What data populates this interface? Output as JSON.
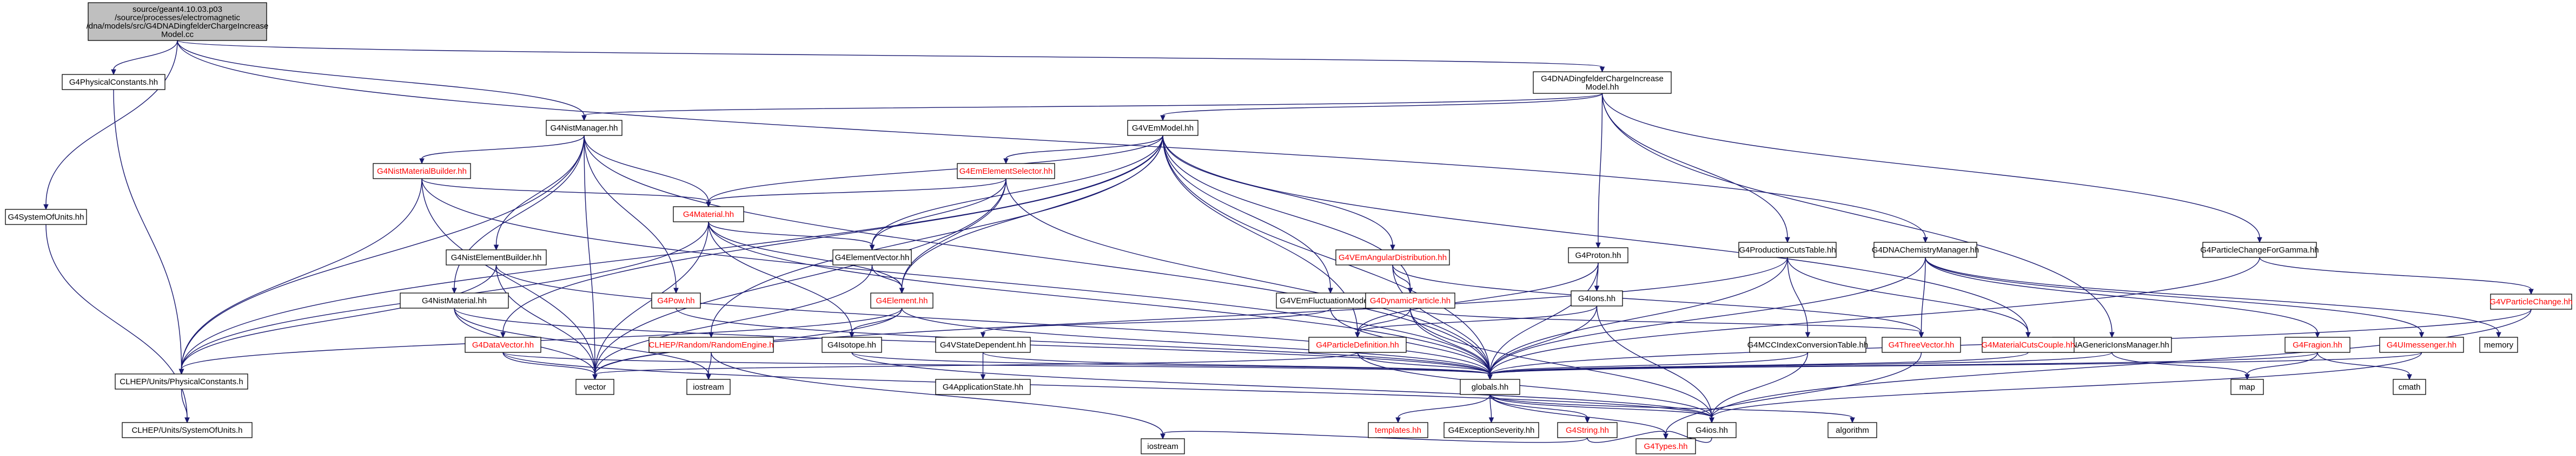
{
  "colors": {
    "root_fill": "#bfbfbf",
    "node_fill": "#ffffff",
    "border": "#000000",
    "edge": "#191970",
    "plain_text": "#000000",
    "link_text": "#ff0000"
  },
  "nodes": [
    {
      "id": "root",
      "lines": [
        "source/geant4.10.03.p03",
        "/source/processes/electromagnetic",
        "/dna/models/src/G4DNADingfelderChargeIncrease",
        "Model.cc"
      ],
      "root": true
    },
    {
      "id": "physconst",
      "lines": [
        "G4PhysicalConstants.hh"
      ]
    },
    {
      "id": "model",
      "lines": [
        "G4DNADingfelderChargeIncrease",
        "Model.hh"
      ]
    },
    {
      "id": "sysunits",
      "lines": [
        "G4SystemOfUnits.hh"
      ]
    },
    {
      "id": "nistmgr",
      "lines": [
        "G4NistManager.hh"
      ]
    },
    {
      "id": "vemmodel",
      "lines": [
        "G4VEmModel.hh"
      ]
    },
    {
      "id": "proton",
      "lines": [
        "G4Proton.hh"
      ]
    },
    {
      "id": "prodcuts",
      "lines": [
        "G4ProductionCutsTable.hh"
      ]
    },
    {
      "id": "dnachem",
      "lines": [
        "G4DNAChemistryManager.hh"
      ]
    },
    {
      "id": "pcgamma",
      "lines": [
        "G4ParticleChangeForGamma.hh"
      ]
    },
    {
      "id": "nistmatb",
      "lines": [
        "G4NistMaterialBuilder.hh"
      ],
      "red": true
    },
    {
      "id": "material",
      "lines": [
        "G4Material.hh"
      ],
      "red": true
    },
    {
      "id": "emsel",
      "lines": [
        "G4EmElementSelector.hh"
      ],
      "red": true
    },
    {
      "id": "nisteleb",
      "lines": [
        "G4NistElementBuilder.hh"
      ]
    },
    {
      "id": "elemvec",
      "lines": [
        "G4ElementVector.hh"
      ]
    },
    {
      "id": "vemangd",
      "lines": [
        "G4VEmAngularDistribution.hh"
      ],
      "red": true
    },
    {
      "id": "ions",
      "lines": [
        "G4Ions.hh"
      ]
    },
    {
      "id": "mcc",
      "lines": [
        "G4MCCIndexConversionTable.hh"
      ]
    },
    {
      "id": "dnagen",
      "lines": [
        "G4DNAGenericIonsManager.hh"
      ]
    },
    {
      "id": "nistmol",
      "lines": [
        "G4NistMaterial.hh"
      ]
    },
    {
      "id": "pow",
      "lines": [
        "G4Pow.hh"
      ],
      "red": true
    },
    {
      "id": "element",
      "lines": [
        "G4Element.hh"
      ],
      "red": true
    },
    {
      "id": "vemfluct",
      "lines": [
        "G4VEmFluctuationModel.hh"
      ]
    },
    {
      "id": "dynpart",
      "lines": [
        "G4DynamicParticle.hh"
      ],
      "red": true
    },
    {
      "id": "threevec",
      "lines": [
        "G4ThreeVector.hh"
      ],
      "red": true
    },
    {
      "id": "matcuts",
      "lines": [
        "G4MaterialCutsCouple.hh"
      ],
      "red": true
    },
    {
      "id": "fragion",
      "lines": [
        "G4Fragion.hh"
      ],
      "red": true
    },
    {
      "id": "uimsgr",
      "lines": [
        "G4UImessenger.hh"
      ],
      "red": true
    },
    {
      "id": "vpchange",
      "lines": [
        "G4VParticleChange.hh"
      ],
      "red": true
    },
    {
      "id": "datavec",
      "lines": [
        "G4DataVector.hh"
      ],
      "red": true
    },
    {
      "id": "rngengine",
      "lines": [
        "CLHEP/Random/RandomEngine.h"
      ],
      "red": true
    },
    {
      "id": "isotope",
      "lines": [
        "G4Isotope.hh"
      ]
    },
    {
      "id": "vsdep",
      "lines": [
        "G4VStateDependent.hh"
      ]
    },
    {
      "id": "partdef",
      "lines": [
        "G4ParticleDefinition.hh"
      ],
      "red": true
    },
    {
      "id": "memory",
      "lines": [
        "memory"
      ]
    },
    {
      "id": "clhepconst",
      "lines": [
        "CLHEP/Units/PhysicalConstants.h"
      ]
    },
    {
      "id": "vector",
      "lines": [
        "vector"
      ]
    },
    {
      "id": "iostream",
      "lines": [
        "iostream"
      ]
    },
    {
      "id": "appstate",
      "lines": [
        "G4ApplicationState.hh"
      ]
    },
    {
      "id": "globals",
      "lines": [
        "globals.hh"
      ]
    },
    {
      "id": "map",
      "lines": [
        "map"
      ]
    },
    {
      "id": "cmath",
      "lines": [
        "cmath"
      ]
    },
    {
      "id": "clhepsys",
      "lines": [
        "CLHEP/Units/SystemOfUnits.h"
      ]
    },
    {
      "id": "templates",
      "lines": [
        "templates.hh"
      ],
      "red": true
    },
    {
      "id": "excsev",
      "lines": [
        "G4ExceptionSeverity.hh"
      ]
    },
    {
      "id": "string",
      "lines": [
        "G4String.hh"
      ],
      "red": true
    },
    {
      "id": "g4ios",
      "lines": [
        "G4ios.hh"
      ]
    },
    {
      "id": "algorithm",
      "lines": [
        "algorithm"
      ]
    },
    {
      "id": "ostream",
      "lines": [
        "iostream"
      ]
    },
    {
      "id": "types",
      "lines": [
        "G4Types.hh"
      ],
      "red": true
    }
  ],
  "edges": [
    [
      "root",
      "physconst"
    ],
    [
      "root",
      "model"
    ],
    [
      "root",
      "sysunits"
    ],
    [
      "root",
      "nistmgr"
    ],
    [
      "root",
      "dnachem"
    ],
    [
      "physconst",
      "clhepconst"
    ],
    [
      "sysunits",
      "clhepsys"
    ],
    [
      "clhepconst",
      "clhepsys"
    ],
    [
      "model",
      "vemmodel"
    ],
    [
      "model",
      "proton"
    ],
    [
      "model",
      "prodcuts"
    ],
    [
      "model",
      "pcgamma"
    ],
    [
      "model",
      "nistmgr"
    ],
    [
      "model",
      "dnagen"
    ],
    [
      "nistmgr",
      "nistmatb"
    ],
    [
      "nistmgr",
      "nisteleb"
    ],
    [
      "nistmgr",
      "material"
    ],
    [
      "nistmgr",
      "nistmol"
    ],
    [
      "nistmgr",
      "pow"
    ],
    [
      "nistmgr",
      "globals"
    ],
    [
      "nistmgr",
      "clhepconst"
    ],
    [
      "nistmgr",
      "vector"
    ],
    [
      "nistmatb",
      "material"
    ],
    [
      "nistmatb",
      "clhepconst"
    ],
    [
      "nistmatb",
      "vector"
    ],
    [
      "nistmatb",
      "globals"
    ],
    [
      "vemmodel",
      "material"
    ],
    [
      "vemmodel",
      "emsel"
    ],
    [
      "vemmodel",
      "elemvec"
    ],
    [
      "vemmodel",
      "element"
    ],
    [
      "vemmodel",
      "vemangd"
    ],
    [
      "vemmodel",
      "vemfluct"
    ],
    [
      "vemmodel",
      "dynpart"
    ],
    [
      "vemmodel",
      "partdef"
    ],
    [
      "vemmodel",
      "matcuts"
    ],
    [
      "vemmodel",
      "datavec"
    ],
    [
      "vemmodel",
      "globals"
    ],
    [
      "vemmodel",
      "rngengine"
    ],
    [
      "vemmodel",
      "clhepconst"
    ],
    [
      "emsel",
      "material"
    ],
    [
      "emsel",
      "elemvec"
    ],
    [
      "emsel",
      "element"
    ],
    [
      "emsel",
      "globals"
    ],
    [
      "emsel",
      "vector"
    ],
    [
      "material",
      "element"
    ],
    [
      "material",
      "elemvec"
    ],
    [
      "material",
      "isotope"
    ],
    [
      "material",
      "vector"
    ],
    [
      "material",
      "globals"
    ],
    [
      "material",
      "clhepconst"
    ],
    [
      "nisteleb",
      "globals"
    ],
    [
      "nisteleb",
      "clhepconst"
    ],
    [
      "nisteleb",
      "vector"
    ],
    [
      "elemvec",
      "element"
    ],
    [
      "elemvec",
      "vector"
    ],
    [
      "element",
      "isotope"
    ],
    [
      "element",
      "globals"
    ],
    [
      "element",
      "vector"
    ],
    [
      "element",
      "clhepconst"
    ],
    [
      "isotope",
      "globals"
    ],
    [
      "isotope",
      "g4ios"
    ],
    [
      "vemangd",
      "dynpart"
    ],
    [
      "vemangd",
      "threevec"
    ],
    [
      "vemangd",
      "globals"
    ],
    [
      "vemfluct",
      "globals"
    ],
    [
      "vemfluct",
      "vsdep"
    ],
    [
      "dynpart",
      "partdef"
    ],
    [
      "dynpart",
      "threevec"
    ],
    [
      "dynpart",
      "globals"
    ],
    [
      "dynpart",
      "g4ios"
    ],
    [
      "proton",
      "partdef"
    ],
    [
      "proton",
      "ions"
    ],
    [
      "proton",
      "globals"
    ],
    [
      "ions",
      "partdef"
    ],
    [
      "ions",
      "globals"
    ],
    [
      "ions",
      "g4ios"
    ],
    [
      "prodcuts",
      "mcc"
    ],
    [
      "prodcuts",
      "matcuts"
    ],
    [
      "prodcuts",
      "globals"
    ],
    [
      "prodcuts",
      "vector"
    ],
    [
      "mcc",
      "globals"
    ],
    [
      "mcc",
      "g4ios"
    ],
    [
      "dnachem",
      "threevec"
    ],
    [
      "dnachem",
      "fragion"
    ],
    [
      "dnachem",
      "uimsgr"
    ],
    [
      "dnachem",
      "memory"
    ],
    [
      "dnachem",
      "globals"
    ],
    [
      "dnagen",
      "globals"
    ],
    [
      "dnagen",
      "map"
    ],
    [
      "pcgamma",
      "vpchange"
    ],
    [
      "pcgamma",
      "globals"
    ],
    [
      "vpchange",
      "globals"
    ],
    [
      "vpchange",
      "g4ios"
    ],
    [
      "fragion",
      "globals"
    ],
    [
      "fragion",
      "cmath"
    ],
    [
      "fragion",
      "map"
    ],
    [
      "uimsgr",
      "globals"
    ],
    [
      "uimsgr",
      "g4ios"
    ],
    [
      "partdef",
      "globals"
    ],
    [
      "partdef",
      "vector"
    ],
    [
      "partdef",
      "g4ios"
    ],
    [
      "vsdep",
      "appstate"
    ],
    [
      "vsdep",
      "globals"
    ],
    [
      "datavec",
      "vector"
    ],
    [
      "datavec",
      "globals"
    ],
    [
      "datavec",
      "g4ios"
    ],
    [
      "rngengine",
      "iostream"
    ],
    [
      "rngengine",
      "ostream"
    ],
    [
      "globals",
      "templates"
    ],
    [
      "globals",
      "excsev"
    ],
    [
      "globals",
      "string"
    ],
    [
      "globals",
      "g4ios"
    ],
    [
      "globals",
      "algorithm"
    ],
    [
      "globals",
      "types"
    ],
    [
      "string",
      "types"
    ],
    [
      "string",
      "ostream"
    ],
    [
      "g4ios",
      "types"
    ],
    [
      "nistmol",
      "globals"
    ],
    [
      "nistmol",
      "vector"
    ],
    [
      "nistmol",
      "iostream"
    ],
    [
      "matcuts",
      "globals"
    ],
    [
      "threevec",
      "types"
    ],
    [
      "pow",
      "globals"
    ]
  ]
}
